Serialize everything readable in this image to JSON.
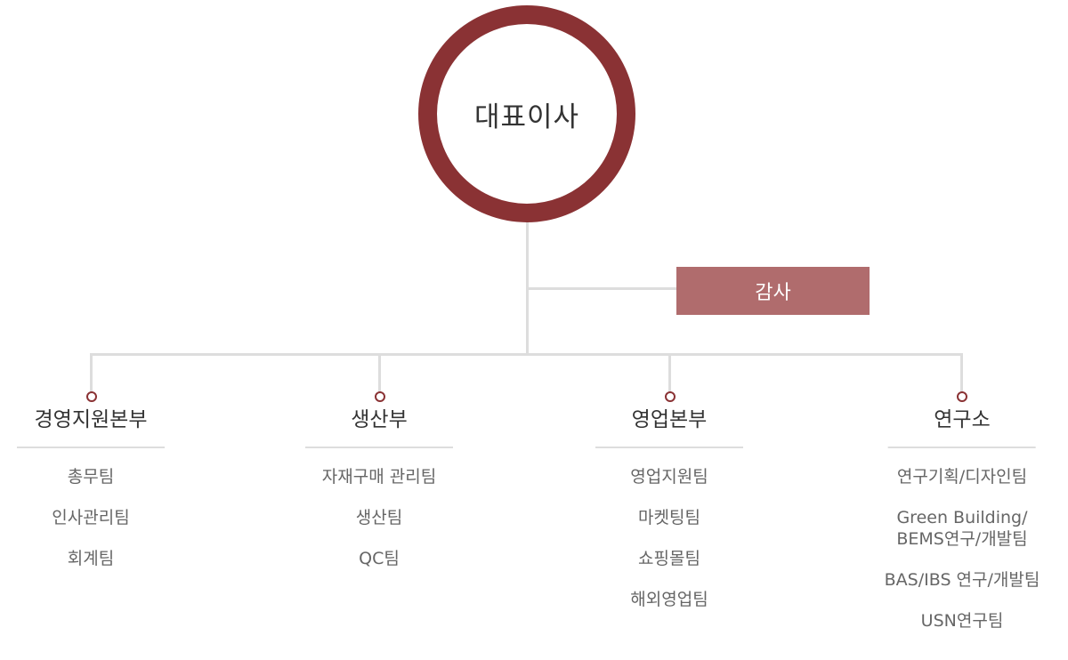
{
  "ceo": {
    "label": "대표이사"
  },
  "audit": {
    "label": "감사"
  },
  "colors": {
    "accent": "#8a3234",
    "audit_box": "#b06c6d",
    "connector": "#dddddd"
  },
  "divisions": [
    {
      "title": "경영지원본부",
      "teams": [
        "총무팀",
        "인사관리팀",
        "회계팀"
      ]
    },
    {
      "title": "생산부",
      "teams": [
        "자재구매 관리팀",
        "생산팀",
        "QC팀"
      ]
    },
    {
      "title": "영업본부",
      "teams": [
        "영업지원팀",
        "마켓팅팀",
        "쇼핑몰팀",
        "해외영업팀"
      ]
    },
    {
      "title": "연구소",
      "teams": [
        "연구기획/디자인팀",
        "Green Building/\nBEMS연구/개발팀",
        "BAS/IBS 연구/개발팀",
        "USN연구팀"
      ]
    }
  ]
}
